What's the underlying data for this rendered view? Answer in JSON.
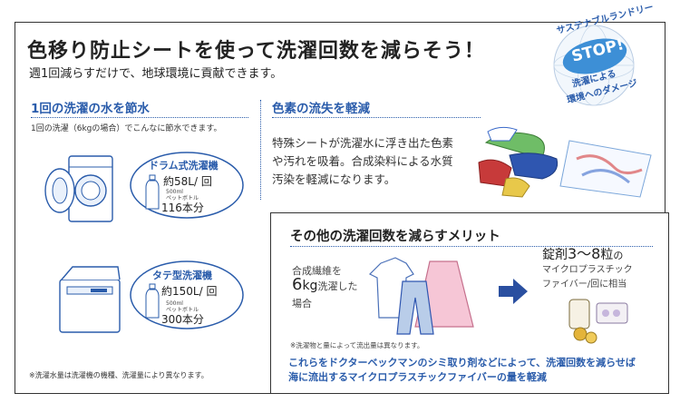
{
  "header": {
    "title": "色移り防止シートを使って洗濯回数を減らそう！",
    "subtitle": "週1回減らすだけで、地球環境に貢献できます。"
  },
  "left": {
    "heading": "1回の洗濯の水を節水",
    "desc": "1回の洗濯（6kgの場合）でこんなに節水できます。",
    "drum": {
      "label": "ドラム式洗濯機",
      "amount": "約58L/ 回",
      "bottle_unit_line1": "500ml",
      "bottle_unit_line2": "ペットボトル",
      "bottles": "116本分"
    },
    "top": {
      "label": "タテ型洗濯機",
      "amount": "約150L/ 回",
      "bottle_unit_line1": "500ml",
      "bottle_unit_line2": "ペットボトル",
      "bottles": "300本分"
    },
    "footnote": "※洗濯水量は洗濯機の機種、洗濯量により異なります。"
  },
  "middle": {
    "heading": "色素の流失を軽減",
    "text": "特殊シートが洗濯水に浮き出た色素や汚れを吸着。合成染料による水質汚染を軽減になります。"
  },
  "stamp": {
    "arc_text": "サステナブルランドリー",
    "stop": "STOP!",
    "line1": "洗濯による",
    "line2": "環境へのダメージ"
  },
  "merit": {
    "title": "その他の洗濯回数を減らすメリット",
    "left_line1": "合成繊維を",
    "left_amount": "6",
    "left_unit": "kg",
    "left_line2b": "洗濯した",
    "left_line3": "場合",
    "right_line1_a": "錠剤",
    "right_line1_b": "3〜8",
    "right_line1_c": "粒",
    "right_line1_d": "の",
    "right_line2": "マイクロプラスチック",
    "right_line3": "ファイバー/回に相当",
    "note": "※洗濯物と量によって流出量は異なります。",
    "bottom_line1": "これらをドクターベックマンのシミ取り剤などによって、洗濯回数を減らせば",
    "bottom_line2": "海に流出するマイクロプラスチックファイバーの量を軽減"
  },
  "colors": {
    "accent_blue": "#2a5cab",
    "stamp_blue": "#3d8fd6"
  }
}
